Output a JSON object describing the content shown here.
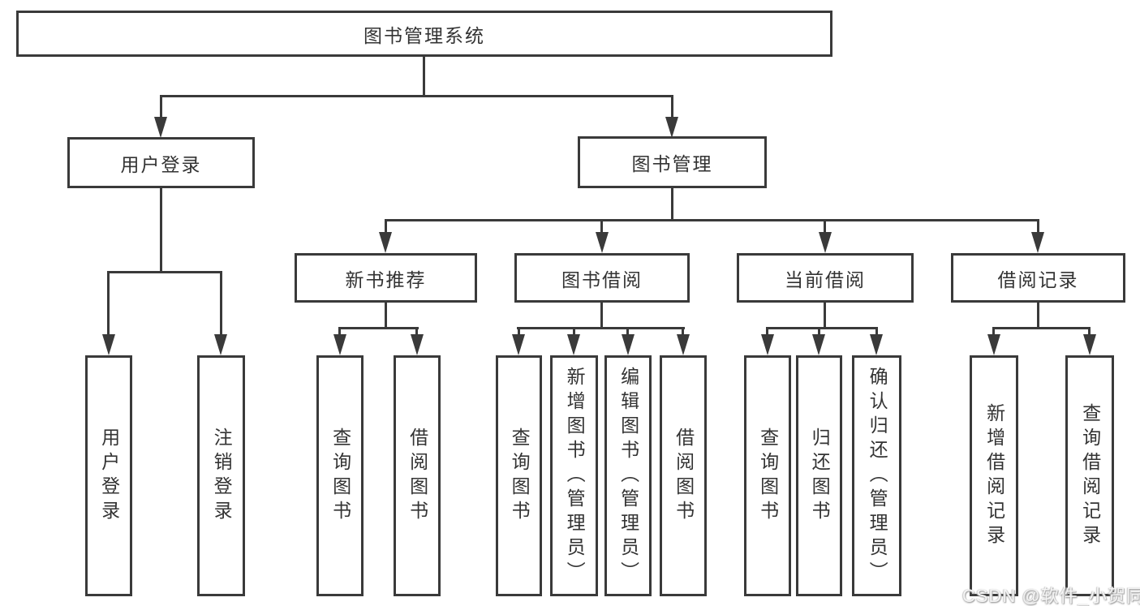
{
  "diagram": {
    "type": "hierarchy-tree",
    "root": {
      "label": "图书管理系统"
    },
    "branches": [
      {
        "label": "用户登录",
        "children": [
          {
            "label": "用户登录"
          },
          {
            "label": "注销登录"
          }
        ]
      },
      {
        "label": "图书管理",
        "children": [
          {
            "label": "新书推荐",
            "children": [
              {
                "label": "查询图书"
              },
              {
                "label": "借阅图书"
              }
            ]
          },
          {
            "label": "图书借阅",
            "children": [
              {
                "label": "查询图书"
              },
              {
                "label": "新增图书（管理员）"
              },
              {
                "label": "编辑图书（管理员）"
              },
              {
                "label": "借阅图书"
              }
            ]
          },
          {
            "label": "当前借阅",
            "children": [
              {
                "label": "查询图书"
              },
              {
                "label": "归还图书"
              },
              {
                "label": "确认归还（管理员）"
              }
            ]
          },
          {
            "label": "借阅记录",
            "children": [
              {
                "label": "新增借阅记录"
              },
              {
                "label": "查询借阅记录"
              }
            ]
          }
        ]
      }
    ]
  },
  "watermark": {
    "text": "CSDN @软件_小贺同学"
  },
  "colors": {
    "line": "#3a3a3a",
    "text": "#333333",
    "background": "#ffffff",
    "watermark": "#f4f4f4"
  }
}
